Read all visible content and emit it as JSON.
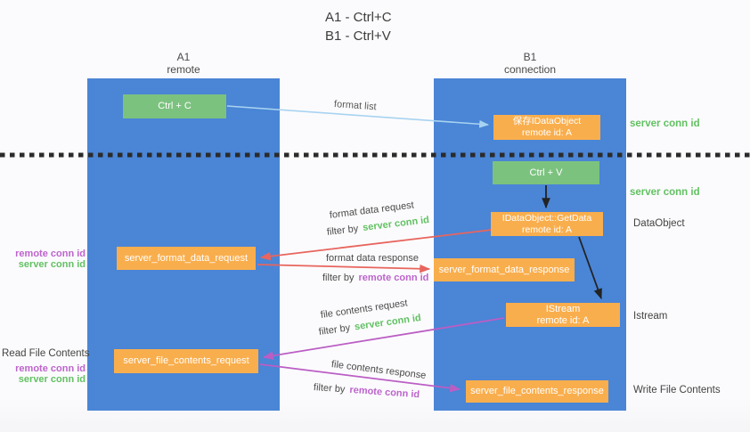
{
  "title": {
    "line1": "A1 - Ctrl+C",
    "line2": "B1 - Ctrl+V"
  },
  "lanes": {
    "left": {
      "name": "A1",
      "role": "remote"
    },
    "right": {
      "name": "B1",
      "role": "connection"
    }
  },
  "nodes": {
    "ctrl_c": {
      "label": "Ctrl + C"
    },
    "save_idataobject": {
      "line1": "保存IDataObject",
      "line2": "remote id: A"
    },
    "ctrl_v": {
      "label": "Ctrl + V"
    },
    "getdata": {
      "line1": "IDataObject::GetData",
      "line2": "remote id: A"
    },
    "istream": {
      "line1": "IStream",
      "line2": "remote id: A"
    },
    "server_format_data_request": {
      "label": "server_format_data_request"
    },
    "server_format_data_response": {
      "label": "server_format_data_response"
    },
    "server_file_contents_request": {
      "label": "server_file_contents_request"
    },
    "server_file_contents_response": {
      "label": "server_file_contents_response"
    }
  },
  "arrow_labels": {
    "format_list": "format list",
    "format_data_request": "format data request",
    "format_data_response": "format data response",
    "file_contents_request": "file contents request",
    "file_contents_response": "file contents response",
    "filter_by": "filter by",
    "server_conn_id": "server conn id",
    "remote_conn_id": "remote conn id"
  },
  "side_labels": {
    "right_server_conn_id_1": "server conn id",
    "right_server_conn_id_2": "server conn id",
    "dataobject": "DataObject",
    "istream": "Istream",
    "write_file_contents": "Write File Contents",
    "read_file_contents": "Read File Contents",
    "left_remote_conn_id_1": "remote conn id",
    "left_server_conn_id_1": "server conn id",
    "left_remote_conn_id_2": "remote conn id",
    "left_server_conn_id_2": "server conn id"
  },
  "colors": {
    "lane_blue": "#4a85d6",
    "node_orange": "#f9ae4d",
    "node_green": "#7cc27f",
    "server_conn_green": "#62c162",
    "remote_conn_purple": "#bd64cb",
    "arrow_red": "#e8655e",
    "arrow_purple": "#bb5ec4",
    "arrow_lightblue": "#a8d3f0",
    "arrow_black": "#232323",
    "separator_black": "#2b2b2b",
    "text_dark": "#3d3d3d"
  }
}
